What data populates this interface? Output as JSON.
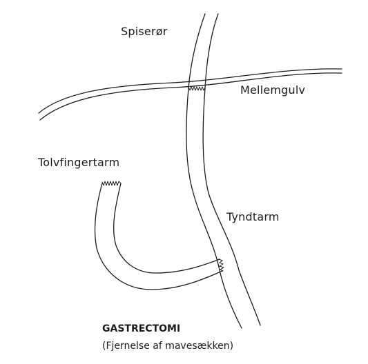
{
  "labels": {
    "esophagus": "Spiserør",
    "diaphragm": "Mellemgulv",
    "duodenum": "Tolvfingertarm",
    "small_intestine": "Tyndtarm"
  },
  "caption": {
    "title": "GASTRECTOMI",
    "subtitle": "(Fjernelse af mavesækken)"
  }
}
